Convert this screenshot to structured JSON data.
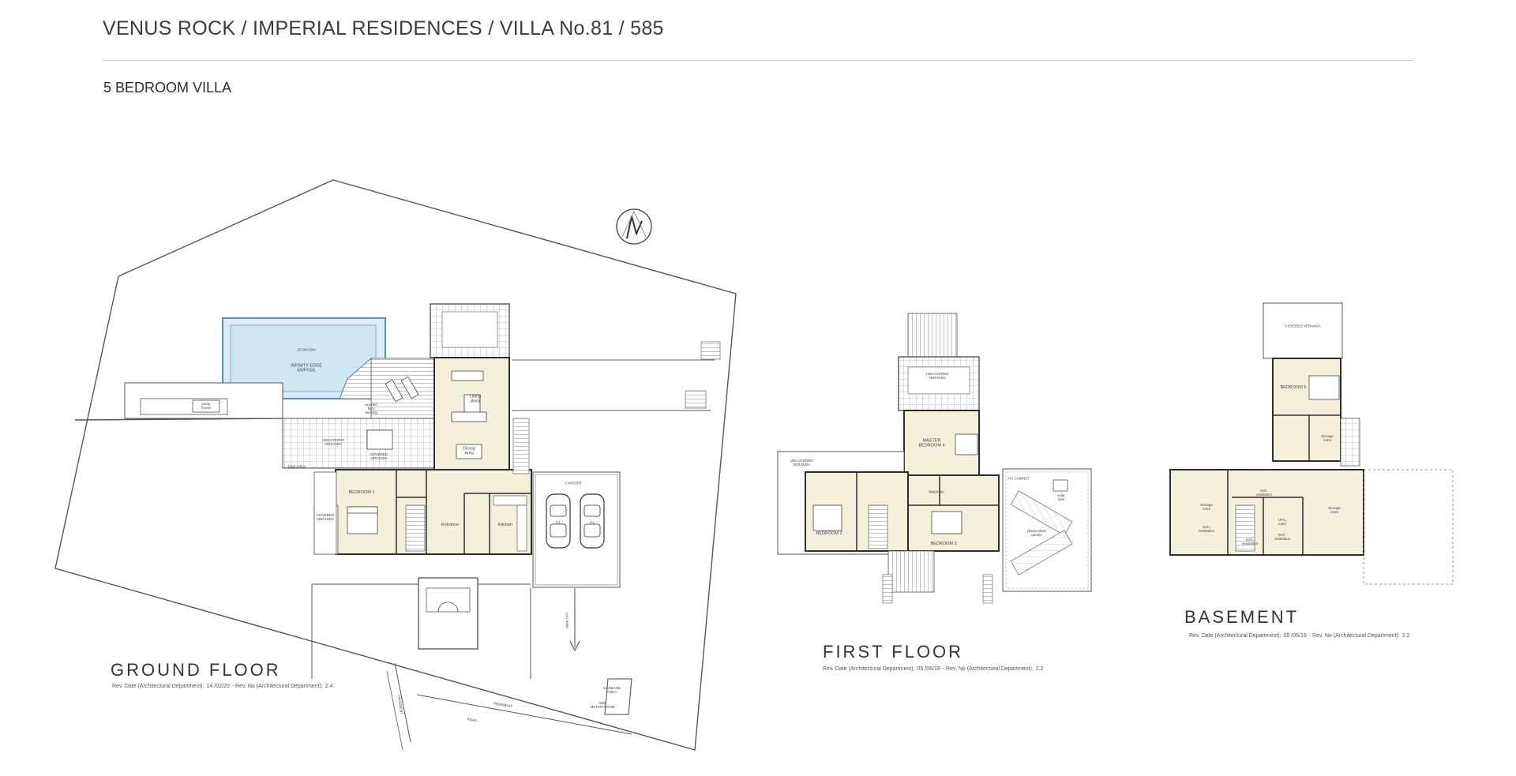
{
  "header": {
    "title": "VENUS ROCK / IMPERIAL RESIDENCES / VILLA No.81 / 585",
    "subtitle": "5 BEDROOM VILLA"
  },
  "colors": {
    "wall": "#3a3a3a",
    "room_fill": "#f4f0dc",
    "pool_water": "#cfe6f3",
    "pool_edge": "#7fb4d4",
    "site_line": "#555555",
    "accent_gray": "#9a9a9a"
  },
  "icons": [
    "north-arrow-icon",
    "car-icon",
    "stair-icon",
    "sofa-icon",
    "bed-icon"
  ],
  "ground_floor": {
    "label": "GROUND FLOOR",
    "rev_date_label": "Rev. Date (Architectural Department):",
    "rev_date": "14 /02/20",
    "rev_no_label": "- Rev. No (Architectural Department):",
    "rev_no": "2.4",
    "rooms": {
      "pool_area": "23.000.00m",
      "pool": "INFINITY EDGE\nSWPOOL",
      "pump_house": "pump\nhouse",
      "decking": "wooden\nfloor\ndecking",
      "uncovered_veranda": "UNCOVERED\nVERANDA",
      "covered_veranda_top": "COVERED\nVERANDA",
      "bbq": "BBQ AREA",
      "covered_veranda": "COVERED\nVERANDA",
      "bedroom_1": "BEDROOM 1",
      "living": "Living\nArea",
      "dining": "Dining\nArea",
      "entrance": "Entrance",
      "kitchen": "Kitchen",
      "carport": "CARPORT",
      "p1": "P1",
      "p2": "P2",
      "slope": "slope 14%",
      "garbage": "GARBAGE\nAREA",
      "meter": "AND\nMETER ROOM",
      "pavement_1": "PAVEMENT",
      "pavement_2": "PAVEMENT",
      "road": "ROAD"
    }
  },
  "first_floor": {
    "label": "FIRST FLOOR",
    "rev_date_label": "Rev. Date (Architectural Department):",
    "rev_date": "05 /06/19",
    "rev_no_label": "- Rev. No (Architectural Department):",
    "rev_no": "2.2",
    "rooms": {
      "uncovered_veranda_top": "UNCOVERED\nVERANDA",
      "uncovered_veranda_left": "UNCOVERED\nVERANDA",
      "master": "MASTER\nBEDROOM 4",
      "wardrobe": "Wardrobe",
      "bedroom_2": "BEDROOM 2",
      "bedroom_3": "BEDROOM 3",
      "ac_cabinet": "A/C CABINET",
      "solar_panel": "solar\ntank",
      "photovoltaic": "photovoltaic\npanels"
    }
  },
  "basement": {
    "label": "BASEMENT",
    "rev_date_label": "Rev. Date (Architectural Department):",
    "rev_date": "05 /06/19",
    "rev_no_label": "- Rev. No (Architectural Department):",
    "rev_no": "2.2",
    "rooms": {
      "covered_veranda": "COVERED VERANDA",
      "bedroom_5": "BEDROOM 5",
      "storage_top": "Storage\nroom",
      "storage_left": "Storage\nroom",
      "tech_vent_left": "tech.\nventilation",
      "tech_vent_mid": "tech.\nventilation",
      "tech_vent_low": "tech.\nventilation",
      "utility": "UTIL\nroom",
      "tech_vent_right": "tech.\nventilation",
      "storage_right": "Storage\nroom"
    }
  }
}
